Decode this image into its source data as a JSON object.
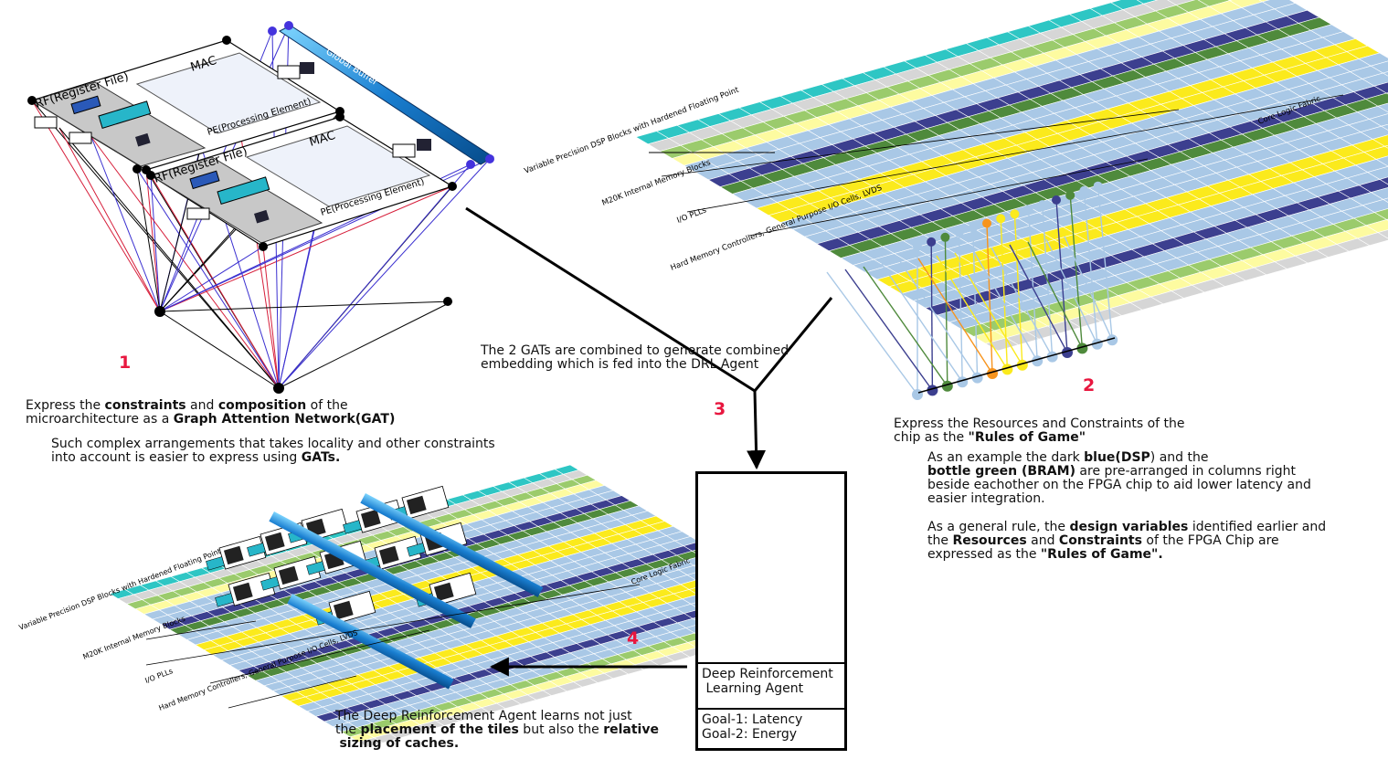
{
  "numbers": {
    "n1": "1",
    "n2": "2",
    "n3": "3",
    "n4": "4"
  },
  "gat": {
    "rf_label": "RF(Register File)",
    "mac_label": "MAC",
    "pe_label": "PE(Processing Element)",
    "bus_label": "Global Buffer"
  },
  "fabric": {
    "labels": {
      "dsp": "Variable Precision DSP Blocks with Hardened Floating Point",
      "m20k": "M20K Internal Memory Blocks",
      "io_pll": "I/O PLLs",
      "hard_mem": "Hard Memory Controllers, General Purpose I/O Cells, LVDS",
      "core": "Core Logic Fabric"
    }
  },
  "text": {
    "gat_title_1": "Express the ",
    "gat_title_b1": "constraints",
    "gat_title_2": " and ",
    "gat_title_b2": "composition",
    "gat_title_3": " of the",
    "gat_title_4": "microarchitecture as a ",
    "gat_title_b3": "Graph Attention Network(GAT)",
    "gat_note_1": "Such complex arrangements that takes locality and other constraints",
    "gat_note_2": "into account is easier to express using ",
    "gat_note_b": "GATs.",
    "combine_1": "The 2 GATs are combined to generate combined",
    "combine_2": "embedding which is fed into the DRL Agent",
    "res_1": "Express the Resources and Constraints of the",
    "res_2": "chip as the ",
    "res_b": "\"Rules of Game\"",
    "ex_1a": "As an example the dark ",
    "ex_1b": "blue(DSP",
    "ex_1c": ") and the",
    "ex_2b": "bottle green (BRAM)",
    "ex_2c": " are pre-arranged in columns right",
    "ex_3": "beside eachother on the FPGA chip to aid lower latency and",
    "ex_4": "easier integration.",
    "gen_1a": "As a general rule, the ",
    "gen_1b": "design variables",
    "gen_1c": " identified earlier and",
    "gen_2a": "the ",
    "gen_2b": "Resources",
    "gen_2c": " and ",
    "gen_2d": "Constraints",
    "gen_2e": " of the FPGA Chip are",
    "gen_3a": "expressed as the ",
    "gen_3b": "\"Rules of Game\".",
    "learn_1": "The Deep Reinforcement Agent learns not just",
    "learn_2a": "the ",
    "learn_2b": "placement of the tiles",
    "learn_2c": " but also the ",
    "learn_2d": "relative",
    "learn_3b": "sizing of caches."
  },
  "agent": {
    "name_1": "Deep Reinforcement",
    "name_2": "Learning Agent",
    "goal_1": "Goal-1: Latency",
    "goal_2": "Goal-2: Energy"
  },
  "colors": {
    "accent_red": "#e8173f",
    "teal": "#2ec6c4",
    "light_blue": "#a9c8e6",
    "dark_blue": "#3c3f8f",
    "bottle_green": "#4f8a3c",
    "yellow": "#fbea1c",
    "light_green": "#9bcb6c",
    "light_yellow": "#fdfba0",
    "orange": "#f7941d",
    "grey": "#d6d6d6"
  }
}
